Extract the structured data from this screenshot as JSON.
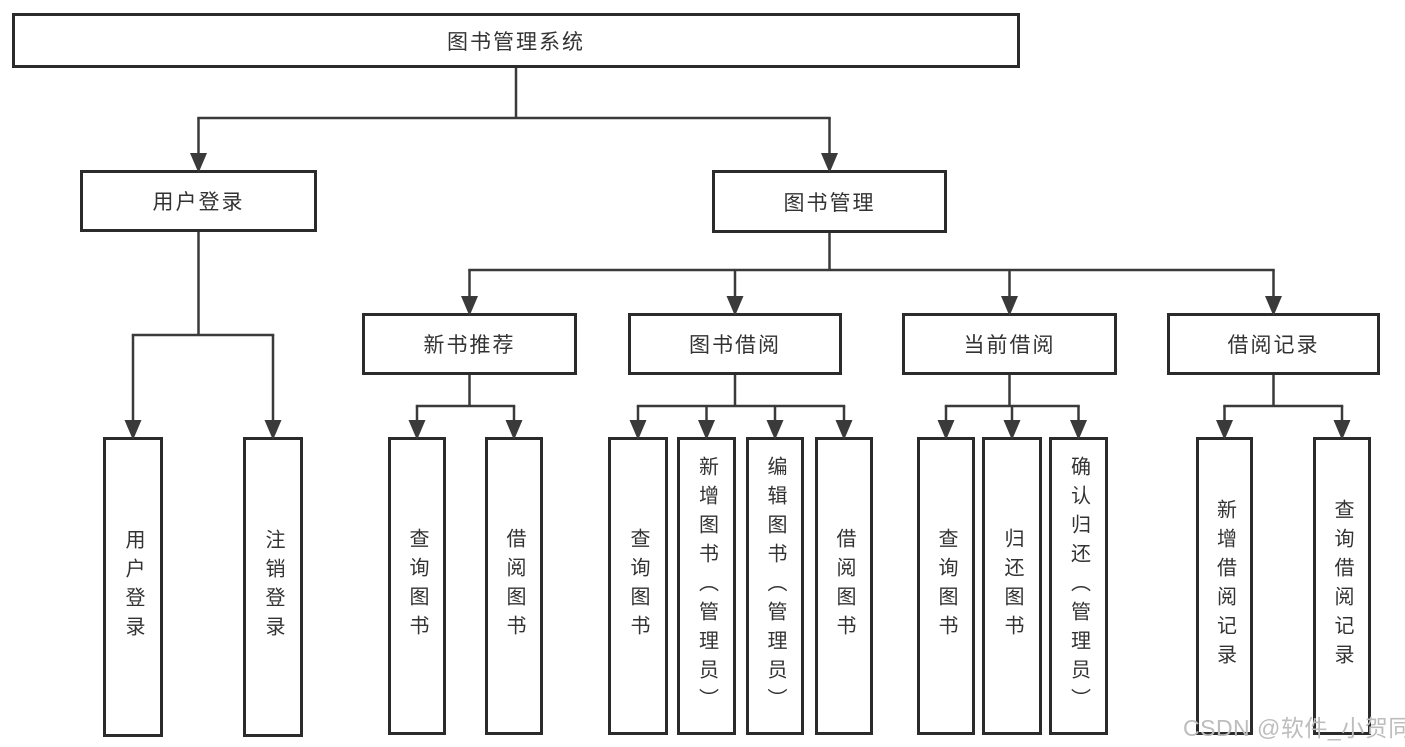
{
  "diagram": {
    "title": "图书管理系统",
    "watermark": "CSDN @软件_小贺同学",
    "colors": {
      "line": "#3a3a3a",
      "border": "#2b2b2b",
      "text": "#333333",
      "background": "#ffffff",
      "watermark": "#bdbdbd"
    },
    "nodes": [
      {
        "id": "root",
        "label": "图书管理系统",
        "orientation": "horizontal",
        "parent": null
      },
      {
        "id": "user-login",
        "label": "用户登录",
        "orientation": "horizontal",
        "parent": "root"
      },
      {
        "id": "book-mgmt",
        "label": "图书管理",
        "orientation": "horizontal",
        "parent": "root"
      },
      {
        "id": "new-book-recommend",
        "label": "新书推荐",
        "orientation": "horizontal",
        "parent": "book-mgmt"
      },
      {
        "id": "book-borrow",
        "label": "图书借阅",
        "orientation": "horizontal",
        "parent": "book-mgmt"
      },
      {
        "id": "current-borrow",
        "label": "当前借阅",
        "orientation": "horizontal",
        "parent": "book-mgmt"
      },
      {
        "id": "borrow-records",
        "label": "借阅记录",
        "orientation": "horizontal",
        "parent": "book-mgmt"
      },
      {
        "id": "leaf-user-login",
        "label": "用户登录",
        "orientation": "vertical",
        "parent": "user-login"
      },
      {
        "id": "leaf-logout",
        "label": "注销登录",
        "orientation": "vertical",
        "parent": "user-login"
      },
      {
        "id": "leaf-query-books-rec",
        "label": "查询图书",
        "orientation": "vertical",
        "parent": "new-book-recommend"
      },
      {
        "id": "leaf-borrow-books-rec",
        "label": "借阅图书",
        "orientation": "vertical",
        "parent": "new-book-recommend"
      },
      {
        "id": "leaf-query-books-bor",
        "label": "查询图书",
        "orientation": "vertical",
        "parent": "book-borrow"
      },
      {
        "id": "leaf-add-books",
        "label": "新增图书（管理员）",
        "orientation": "vertical",
        "parent": "book-borrow"
      },
      {
        "id": "leaf-edit-books",
        "label": "编辑图书（管理员）",
        "orientation": "vertical",
        "parent": "book-borrow"
      },
      {
        "id": "leaf-borrow-books",
        "label": "借阅图书",
        "orientation": "vertical",
        "parent": "book-borrow"
      },
      {
        "id": "leaf-query-books-cur",
        "label": "查询图书",
        "orientation": "vertical",
        "parent": "current-borrow"
      },
      {
        "id": "leaf-return-books",
        "label": "归还图书",
        "orientation": "vertical",
        "parent": "current-borrow"
      },
      {
        "id": "leaf-confirm-return",
        "label": "确认归还（管理员）",
        "orientation": "vertical",
        "parent": "current-borrow"
      },
      {
        "id": "leaf-add-borrow-record",
        "label": "新增借阅记录",
        "orientation": "vertical",
        "parent": "borrow-records"
      },
      {
        "id": "leaf-query-borrow-record",
        "label": "查询借阅记录",
        "orientation": "vertical",
        "parent": "borrow-records"
      }
    ]
  }
}
